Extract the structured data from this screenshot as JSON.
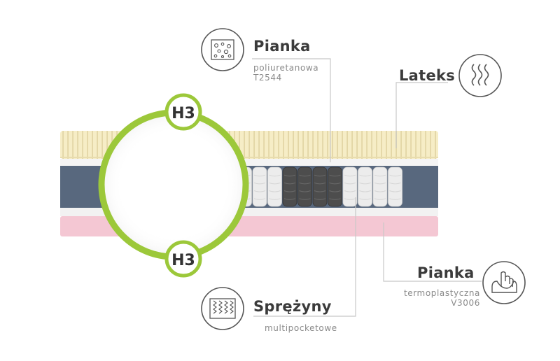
{
  "firmness": {
    "top": "H3",
    "bottom": "H3",
    "ring_color": "#9cc83a"
  },
  "callouts": {
    "foam_top": {
      "title": "Pianka",
      "line1": "poliuretanowa",
      "line2": "T2544",
      "icon": "foam-cells-icon"
    },
    "latex": {
      "title": "Lateks",
      "icon": "latex-waves-icon"
    },
    "foam_bottom": {
      "title": "Pianka",
      "line1": "termoplastyczna",
      "line2": "V3006",
      "icon": "memory-foam-hand-icon"
    },
    "springs": {
      "title": "Sprężyny",
      "line1": "multipocketowe",
      "icon": "pocket-springs-icon"
    }
  },
  "colors": {
    "latex_layer": "#f6edc6",
    "foam_layer": "#58687e",
    "pink_layer": "#f4c7d3",
    "spring_light": "#ececec",
    "spring_dark": "#4d4d4d",
    "leader_line": "#c8c8c8"
  }
}
